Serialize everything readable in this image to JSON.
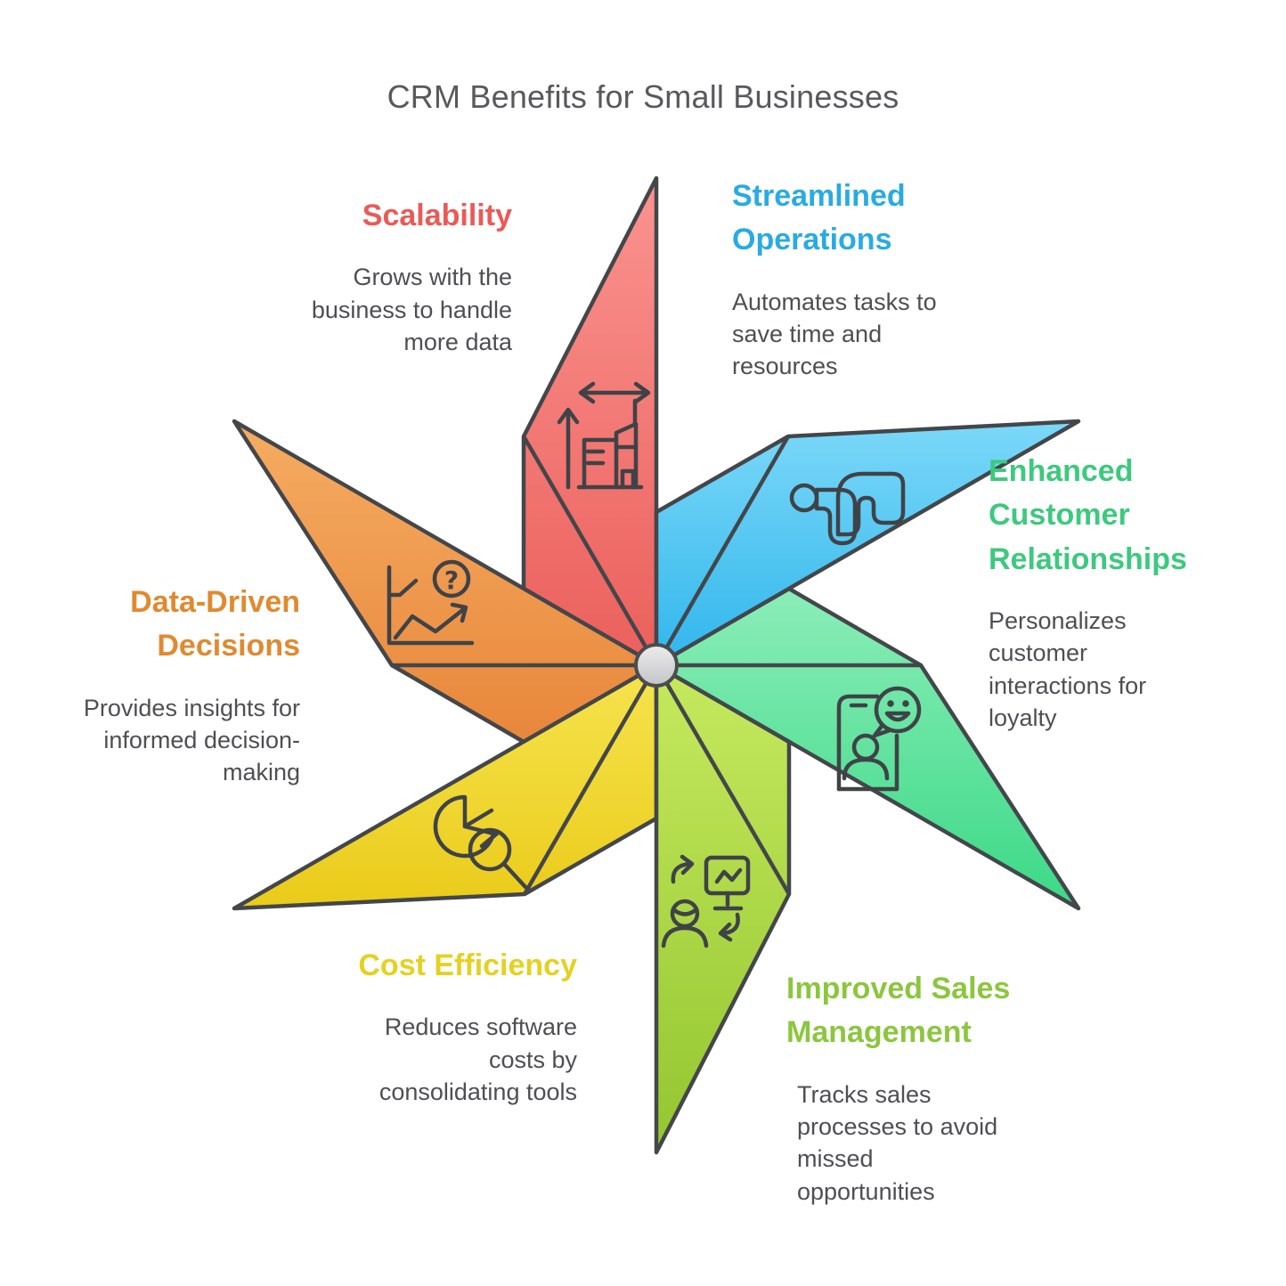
{
  "title": {
    "text": "CRM Benefits for Small Businesses",
    "color": "#58595B"
  },
  "outline_color": "#43464A",
  "icon_stroke_color": "#3F4347",
  "body_text_color": "#4D4F52",
  "center_hub": {
    "fill_top": "#EDEDED",
    "fill_bottom": "#C3C4C6",
    "stroke": "#4B4D50"
  },
  "sections": [
    {
      "id": "scalability",
      "heading": "Scalability",
      "description": "Grows with the business to handle more data",
      "color": "#EA5A57",
      "blade_gradient": {
        "top": "#FA938F",
        "bottom": "#EB605C"
      },
      "icon": "building-expand-icon"
    },
    {
      "id": "streamlined-operations",
      "heading": "Streamlined Operations",
      "description": "Automates tasks to save time and resources",
      "color": "#29ABE2",
      "blade_gradient": {
        "top": "#7CD8F8",
        "bottom": "#30B6EC"
      },
      "icon": "workflow-arrows-icon"
    },
    {
      "id": "enhanced-customer-relationships",
      "heading": "Enhanced Customer Relationships",
      "description": "Personalizes customer interactions for loyalty",
      "color": "#3DC97E",
      "blade_gradient": {
        "top": "#8BEDB8",
        "bottom": "#3BD986"
      },
      "icon": "phone-smiley-chat-icon"
    },
    {
      "id": "improved-sales-management",
      "heading": "Improved Sales Management",
      "description": "Tracks sales processes to avoid missed opportunities",
      "color": "#8CC63F",
      "blade_gradient": {
        "top": "#C6E95E",
        "bottom": "#93C630"
      },
      "icon": "person-monitor-sync-icon"
    },
    {
      "id": "cost-efficiency",
      "heading": "Cost Efficiency",
      "description": "Reduces software costs by consolidating tools",
      "color": "#E5D122",
      "blade_gradient": {
        "top": "#F6E44E",
        "bottom": "#EACB1A"
      },
      "icon": "pie-chart-magnifier-icon"
    },
    {
      "id": "data-driven-decisions",
      "heading": "Data-Driven Decisions",
      "description": "Provides insights for informed decision-making",
      "color": "#E08A30",
      "blade_gradient": {
        "top": "#F5AC62",
        "bottom": "#E8873B"
      },
      "icon": "chart-question-icon"
    }
  ]
}
